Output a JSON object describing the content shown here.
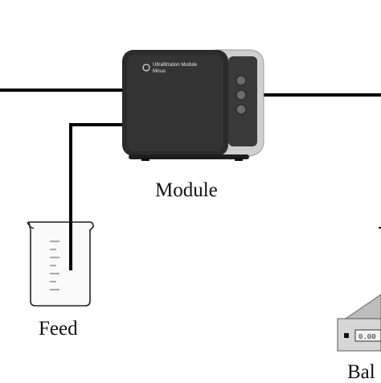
{
  "labels": {
    "module": "Module",
    "feed": "Feed",
    "balance": "Bal"
  },
  "module_device": {
    "brand_line1": "Ultrafiltration Module",
    "brand_line2": "Minus"
  },
  "balance_device": {
    "readout": "0.00"
  },
  "colors": {
    "tubing": "#000000",
    "module_body": "#2b2b2b",
    "module_frame": "#cfcfcf",
    "background": "#ffffff"
  }
}
